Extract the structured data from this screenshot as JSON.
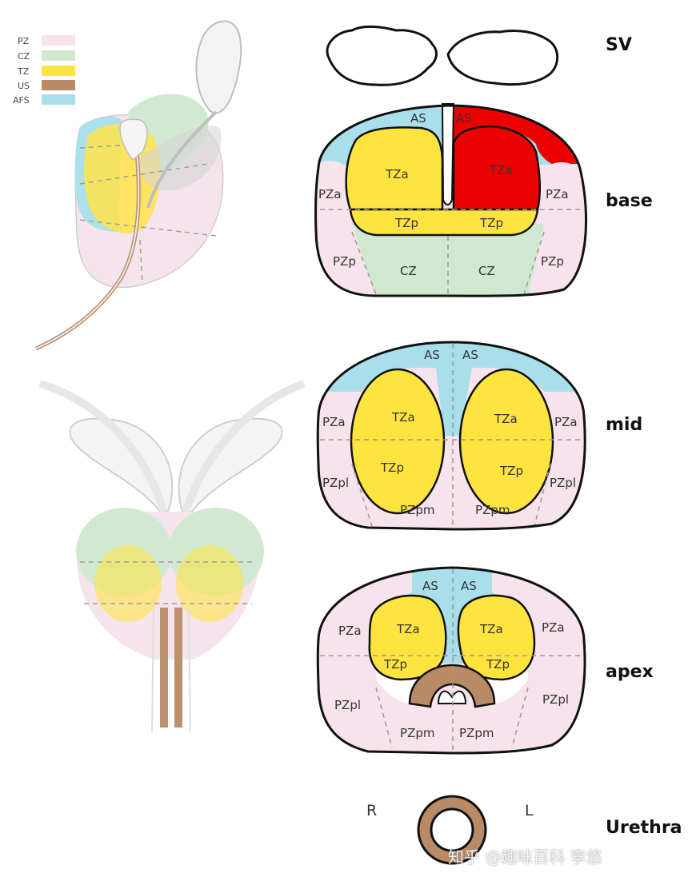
{
  "legend": [
    {
      "label": "PZ",
      "color": "#f6e3ec"
    },
    {
      "label": "CZ",
      "color": "#cfe8cf"
    },
    {
      "label": "TZ",
      "color": "#ffe33f"
    },
    {
      "label": "US",
      "color": "#b98a66"
    },
    {
      "label": "AFS",
      "color": "#a8dfea"
    }
  ],
  "colors": {
    "pz": "#f6e3ec",
    "cz": "#cfe8cf",
    "tz": "#ffe33f",
    "as": "#a8dfea",
    "us": "#b98a66",
    "red": "#ee0000",
    "outline": "#111111"
  },
  "sections": {
    "sv": "SV",
    "base": "base",
    "mid": "mid",
    "apex": "apex",
    "urethra": "Urethra"
  },
  "base_labels": {
    "as_r": "AS",
    "as_l": "AS",
    "tza_r": "TZa",
    "tza_l": "TZa",
    "pza_r": "PZa",
    "pza_l": "PZa",
    "tzp_r": "TZp",
    "tzp_l": "TZp",
    "pzp_r": "PZp",
    "pzp_l": "PZp",
    "cz_r": "CZ",
    "cz_l": "CZ"
  },
  "mid_labels": {
    "as_r": "AS",
    "as_l": "AS",
    "tza_r": "TZa",
    "tza_l": "TZa",
    "pza_r": "PZa",
    "pza_l": "PZa",
    "tzp_r": "TZp",
    "tzp_l": "TZp",
    "pzpl_r": "PZpl",
    "pzpl_l": "PZpl",
    "pzpm_r": "PZpm",
    "pzpm_l": "PZpm"
  },
  "apex_labels": {
    "as_r": "AS",
    "as_l": "AS",
    "tza_r": "TZa",
    "tza_l": "TZa",
    "pza_r": "PZa",
    "pza_l": "PZa",
    "tzp_r": "TZp",
    "tzp_l": "TZp",
    "pzpl_r": "PZpl",
    "pzpl_l": "PZpl",
    "pzpm_r": "PZpm",
    "pzpm_l": "PZpm"
  },
  "urethra_sides": {
    "right": "R",
    "left": "L"
  },
  "watermark": "知乎 @趣味百科 李悠"
}
